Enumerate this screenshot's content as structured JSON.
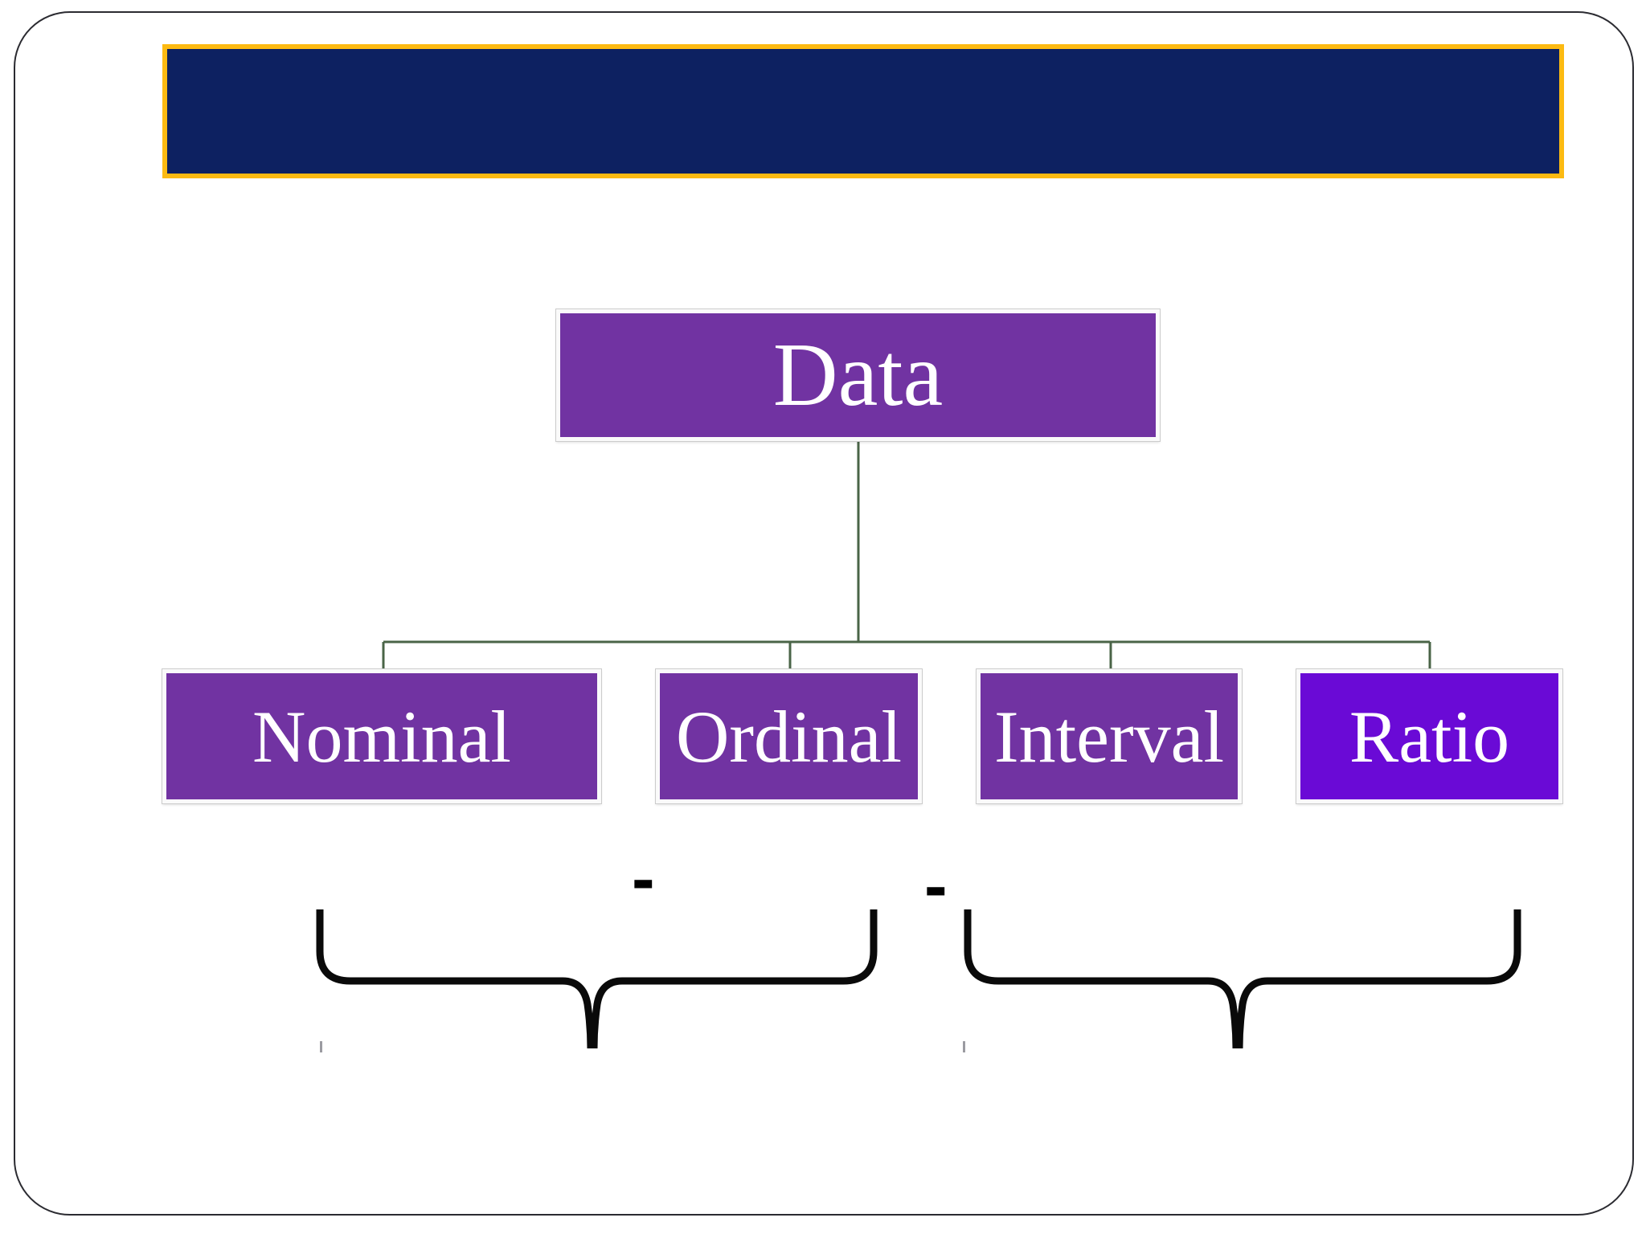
{
  "slide": {
    "background": "#ffffff",
    "frame_color": "#2b2b31",
    "title_bar": {
      "text": "",
      "fill": "#0d2161",
      "border": "#fcba12"
    },
    "diagram": {
      "type": "tree",
      "connector_color": "#4a6447",
      "root": {
        "label": "Data",
        "fill": "#7133a2",
        "text_color": "#ffffff"
      },
      "children": [
        {
          "label": "Nominal",
          "fill": "#7133a2",
          "text_color": "#ffffff"
        },
        {
          "label": "Ordinal",
          "fill": "#7133a2",
          "text_color": "#ffffff"
        },
        {
          "label": "Interval",
          "fill": "#7133a2",
          "text_color": "#ffffff"
        },
        {
          "label": "Ratio",
          "fill": "#6a0ad6",
          "text_color": "#ffffff"
        }
      ],
      "groups": [
        {
          "name": "left-underbrace",
          "spans": [
            "Nominal",
            "Ordinal"
          ],
          "label": ""
        },
        {
          "name": "right-underbrace",
          "spans": [
            "Interval",
            "Ratio"
          ],
          "label": ""
        }
      ]
    },
    "annotations": {
      "left_dash": "-",
      "right_dash": "-",
      "brace_color": "#0a0a0a",
      "caret_color": "#9b9ba1"
    }
  }
}
